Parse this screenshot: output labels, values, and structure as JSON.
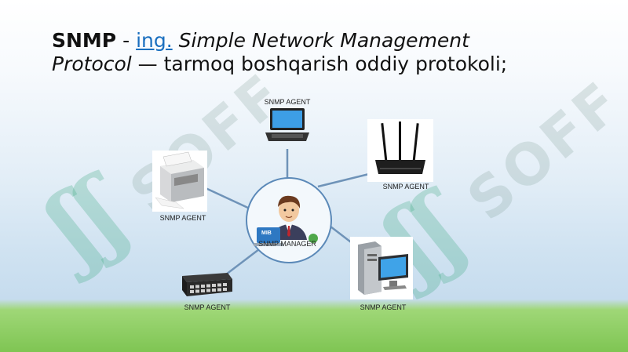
{
  "slide": {
    "title_bold": "SNMP",
    "title_sep": " - ",
    "title_link": "ing.",
    "title_italic1": " Simple Network Management",
    "title_italic2": "Protocol",
    "title_rest": " — tarmoq boshqarish oddiy protokoli;"
  },
  "watermark": {
    "text": "SOFF"
  },
  "diagram": {
    "manager_label": "SNMP MANAGER",
    "mib_label": "MIB",
    "agents": [
      {
        "id": "laptop",
        "label": "SNMP AGENT",
        "icon": "laptop-icon"
      },
      {
        "id": "router",
        "label": "SNMP AGENT",
        "icon": "router-icon"
      },
      {
        "id": "printer",
        "label": "SNMP AGENT",
        "icon": "printer-icon"
      },
      {
        "id": "switch",
        "label": "SNMP AGENT",
        "icon": "switch-icon"
      },
      {
        "id": "computer",
        "label": "SNMP AGENT",
        "icon": "desktop-computer-icon"
      }
    ],
    "colors": {
      "link_line": "#6f93b8",
      "circle_border": "#5b89b8"
    }
  }
}
